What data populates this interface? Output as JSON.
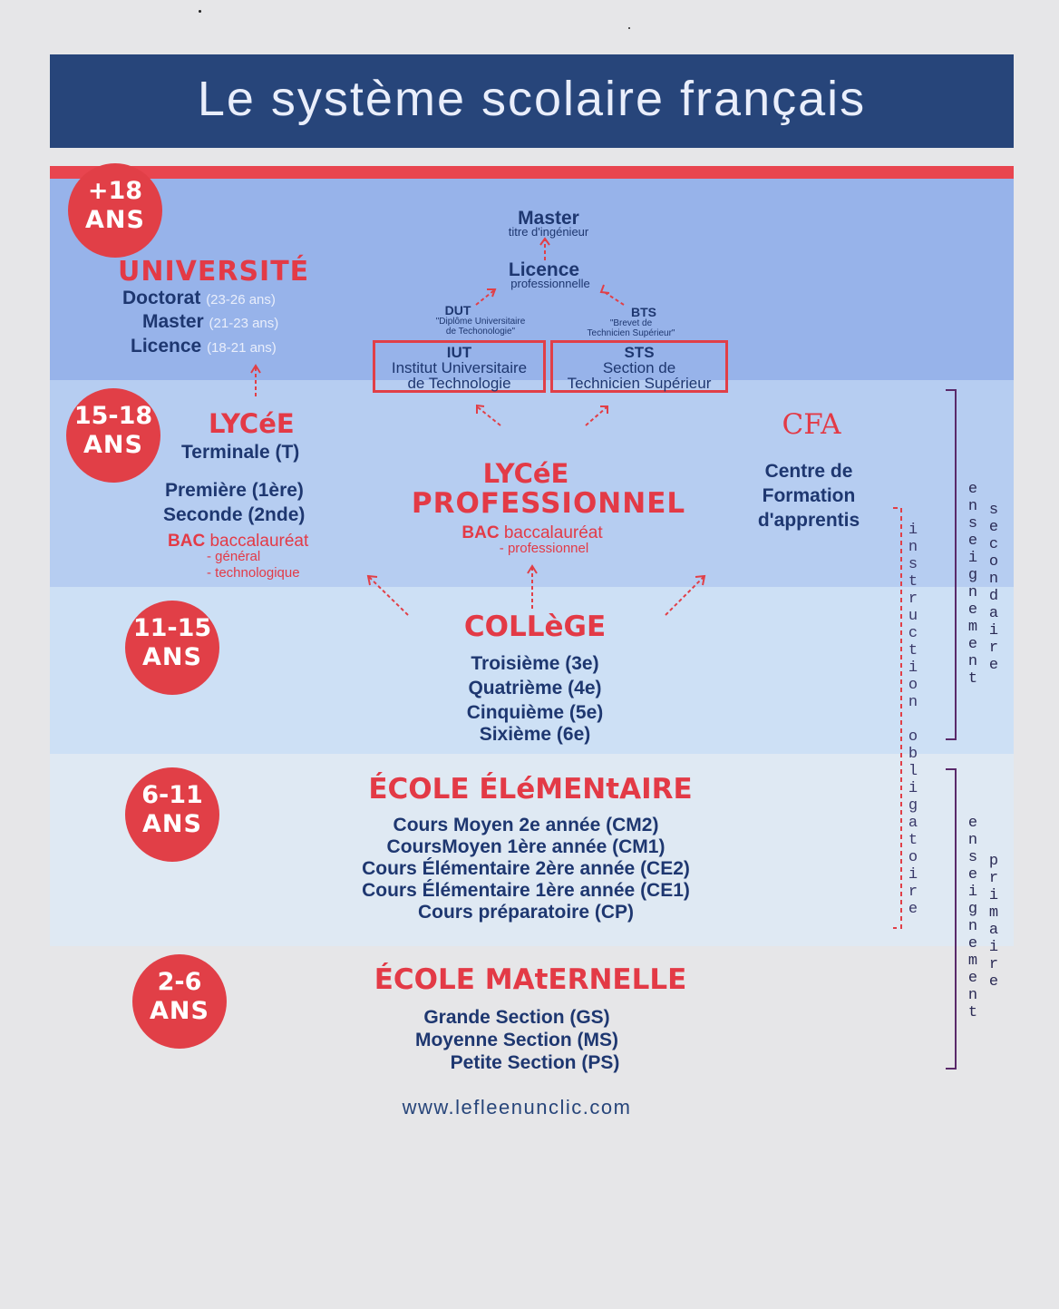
{
  "title": "Le système scolaire français",
  "colors": {
    "navy": "#27457a",
    "red": "#e13f47",
    "text_navy": "#1e3770"
  },
  "ages": [
    {
      "num": "+18",
      "unit": "ANS"
    },
    {
      "num": "15-18",
      "unit": "ANS"
    },
    {
      "num": "11-15",
      "unit": "ANS"
    },
    {
      "num": "6-11",
      "unit": "ANS"
    },
    {
      "num": "2-6",
      "unit": "ANS"
    }
  ],
  "universite": {
    "title": "UNIVERSITÉ",
    "items": [
      {
        "label": "Doctorat",
        "age": "(23-26 ans)"
      },
      {
        "label": "Master",
        "age": "(21-23 ans)"
      },
      {
        "label": "Licence",
        "age": "(18-21 ans)"
      }
    ]
  },
  "higher": {
    "master": "Master",
    "master_sub": "titre d'ingénieur",
    "licence": "Licence",
    "licence_sub": "professionnelle",
    "dut": "DUT",
    "dut_sub1": "\"Diplôme Universitaire",
    "dut_sub2": "de Techonologie\"",
    "bts": "BTS",
    "bts_sub1": "\"Brevet de",
    "bts_sub2": "Technicien Supérieur\"",
    "iut_title": "IUT",
    "iut_l1": "Institut Universitaire",
    "iut_l2": "de Technologie",
    "sts_title": "STS",
    "sts_l1": "Section de",
    "sts_l2": "Technicien Supérieur"
  },
  "lycee": {
    "title": "LYCéE",
    "items": [
      "Terminale (T)",
      "Première (1ère)",
      "Seconde (2nde)"
    ],
    "bac": "BAC",
    "bac_word": "baccalauréat",
    "bac_opt1": "- général",
    "bac_opt2": "- technologique"
  },
  "lycee_pro": {
    "title1": "LYCéE",
    "title2": "PROFESSIONNEL",
    "bac": "BAC",
    "bac_word": "baccalauréat",
    "bac_opt": "- professionnel"
  },
  "cfa": {
    "title": "CFA",
    "l1": "Centre de",
    "l2": "Formation",
    "l3": "d'apprentis"
  },
  "college": {
    "title": "COLLèGE",
    "items": [
      "Troisième (3e)",
      "Quatrième (4e)",
      "Cinquième (5e)",
      "Sixième (6e)"
    ]
  },
  "elementaire": {
    "title": "ÉCOLE ÉLéMENtAIRE",
    "items": [
      "Cours Moyen 2e année (CM2)",
      "CoursMoyen 1ère année (CM1)",
      "Cours Élémentaire 2ère année (CE2)",
      "Cours Élémentaire 1ère année (CE1)",
      "Cours préparatoire (CP)"
    ]
  },
  "maternelle": {
    "title": "ÉCOLE MAtERNELLE",
    "items": [
      "Grande Section (GS)",
      "Moyenne Section (MS)",
      "Petite Section (PS)"
    ]
  },
  "side": {
    "instruction": "instruction obligatoire",
    "ens_sec_a": "enseignement",
    "ens_sec_b": "secondaire",
    "ens_pri_a": "enseignement",
    "ens_pri_b": "primaire"
  },
  "url": "www.lefleenunclic.com"
}
